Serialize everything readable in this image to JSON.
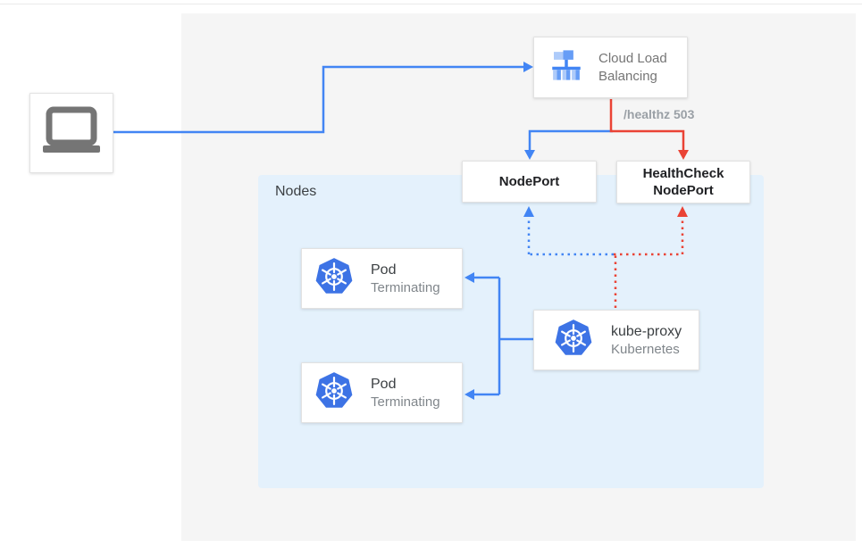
{
  "colors": {
    "arrow_blue": "#4285F4",
    "arrow_red": "#EA4335",
    "nodes_background": "#E4F1FC",
    "outer_background": "#F5F5F5",
    "kubernetes_blue": "#3D73E5",
    "laptop_gray": "#757575"
  },
  "client": {
    "icon": "laptop"
  },
  "load_balancer": {
    "label": "Cloud Load Balancing",
    "icon": "cloud-load-balancing"
  },
  "health_path_label": "/healthz 503",
  "node_port": {
    "label": "NodePort"
  },
  "health_check_node_port": {
    "label": "HealthCheck NodePort"
  },
  "nodes_group": {
    "label": "Nodes"
  },
  "pods": [
    {
      "title": "Pod",
      "subtitle": "Terminating",
      "icon": "kubernetes"
    },
    {
      "title": "Pod",
      "subtitle": "Terminating",
      "icon": "kubernetes"
    }
  ],
  "kube_proxy": {
    "title": "kube-proxy",
    "subtitle": "Kubernetes",
    "icon": "kubernetes"
  }
}
